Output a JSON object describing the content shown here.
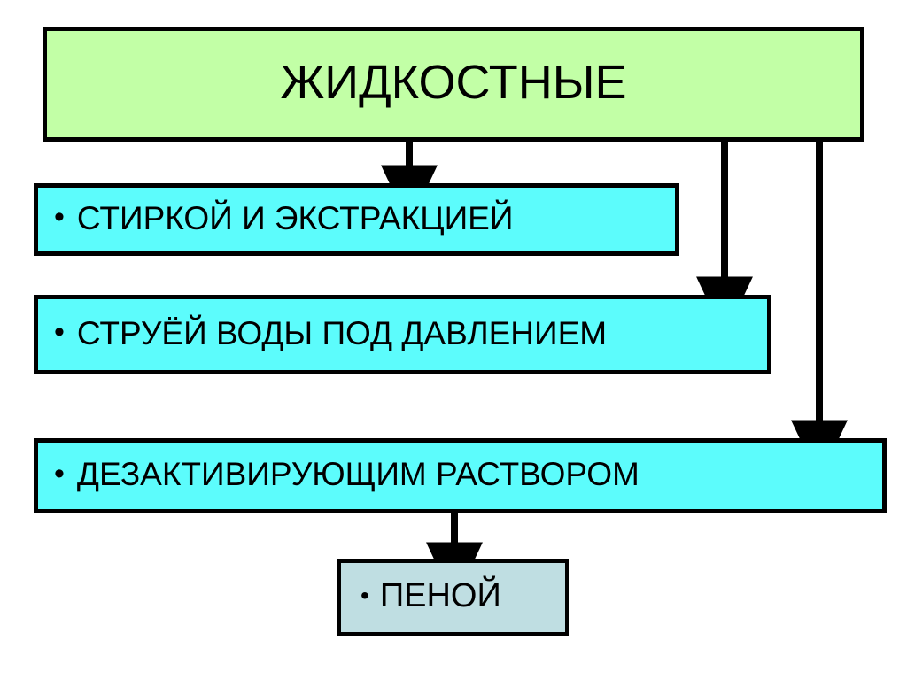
{
  "diagram": {
    "title": "ЖИДКОСТНЫЕ",
    "type": "hierarchy-flowchart",
    "background_color": "#ffffff",
    "bullet_glyph": "•",
    "colors": {
      "root_fill": "#c2ffa6",
      "branch_fill": "#5cfcfc",
      "leaf_fill": "#bfdee2",
      "border": "#000000",
      "text": "#000000"
    },
    "root": {
      "label": "ЖИДКОСТНЫЕ"
    },
    "branches": [
      {
        "bullet": "•",
        "label": "СТИРКОЙ И ЭКСТРАКЦИЕЙ"
      },
      {
        "bullet": "•",
        "label": "СТРУЁЙ ВОДЫ ПОД ДАВЛЕНИЕМ"
      },
      {
        "bullet": "•",
        "label": "ДЕЗАКТИВИРУЮЩИМ РАСТВОРОМ"
      }
    ],
    "leaf": {
      "bullet": "•",
      "label": "ПЕНОЙ"
    },
    "connectors": [
      {
        "from": "ЖИДКОСТНЫЕ",
        "to": "СТИРКОЙ И ЭКСТРАКЦИЕЙ"
      },
      {
        "from": "ЖИДКОСТНЫЕ",
        "to": "СТРУЁЙ ВОДЫ ПОД ДАВЛЕНИЕМ"
      },
      {
        "from": "ЖИДКОСТНЫЕ",
        "to": "ДЕЗАКТИВИРУЮЩИМ РАСТВОРОМ"
      },
      {
        "from": "ДЕЗАКТИВИРУЮЩИМ РАСТВОРОМ",
        "to": "ПЕНОЙ"
      }
    ]
  }
}
